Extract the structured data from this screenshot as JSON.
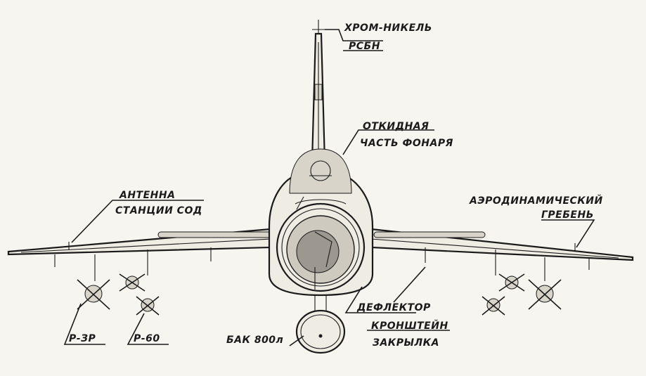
{
  "labels": {
    "chrome_nickel": "ХРОМ-НИКЕЛЬ",
    "rsbn": "РСБН",
    "canopy_1": "ОТКИДНАЯ",
    "canopy_2": "ЧАСТЬ ФОНАРЯ",
    "antenna_1": "АНТЕННА",
    "antenna_2": "СТАНЦИИ СОД",
    "fence_1": "АЭРОДИНАМИЧЕСКИЙ",
    "fence_2": "ГРЕБЕНЬ",
    "deflector": "ДЕФЛЕКТОР",
    "bracket_1": "КРОНШТЕЙН",
    "bracket_2": "ЗАКРЫЛКА",
    "tank": "БАК 800л",
    "r3r": "Р-ЗР",
    "r60": "Р-60"
  }
}
